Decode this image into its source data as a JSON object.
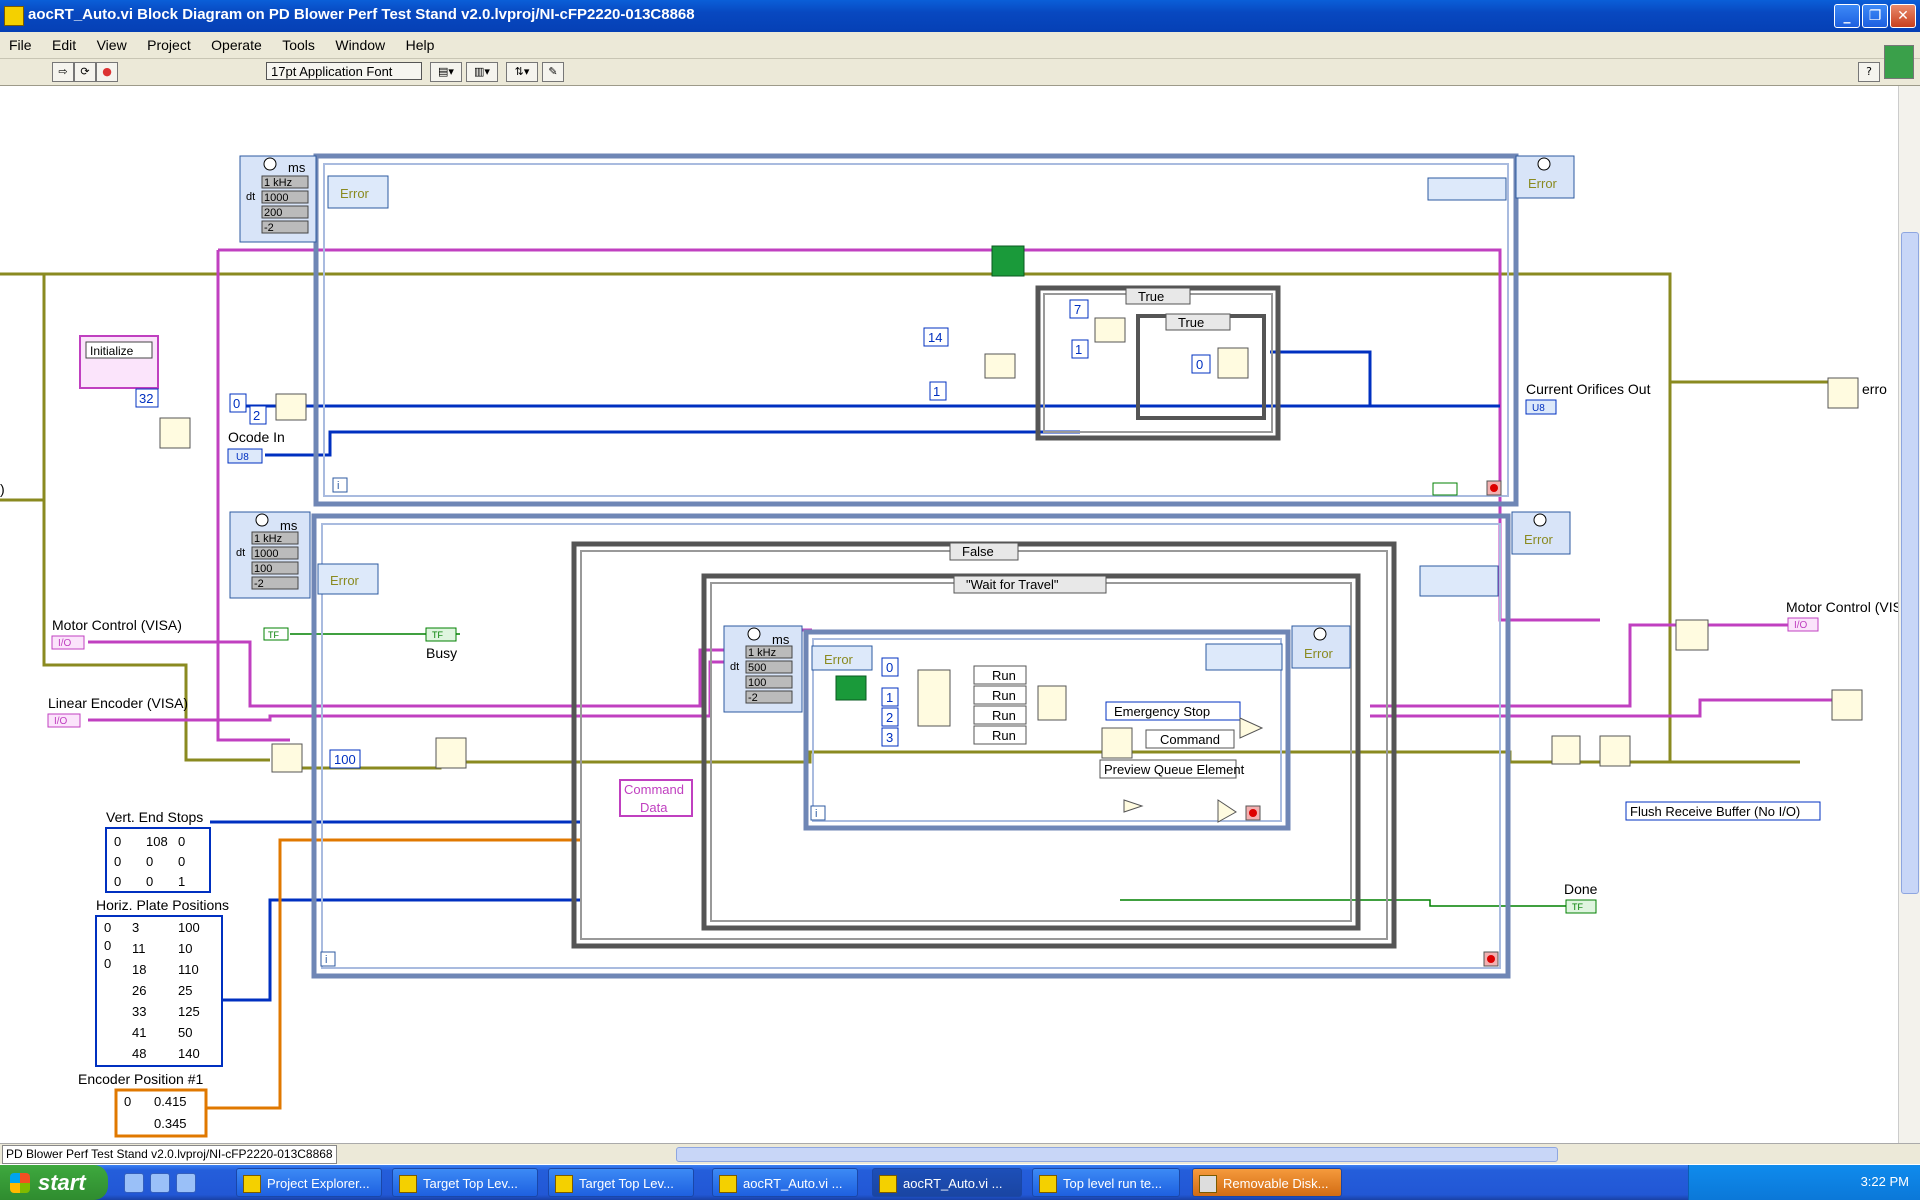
{
  "window": {
    "title": "aocRT_Auto.vi Block Diagram on PD Blower Perf Test Stand v2.0.lvproj/NI-cFP2220-013C8868",
    "minimize": "_",
    "restore": "❐",
    "close": "✕"
  },
  "menu": [
    "File",
    "Edit",
    "View",
    "Project",
    "Operate",
    "Tools",
    "Window",
    "Help"
  ],
  "toolbar": {
    "font_select": "17pt Application Font"
  },
  "diagram": {
    "timed_loop_top": {
      "unit": "ms",
      "source": "1 kHz",
      "dt": "1000",
      "offset": "200",
      "priority": "-2",
      "error_label": "Error"
    },
    "timed_loop_bottom": {
      "unit": "ms",
      "source": "1 kHz",
      "dt": "1000",
      "offset": "100",
      "priority": "-2",
      "error_label": "Error"
    },
    "timed_loop_inner": {
      "unit": "ms",
      "source": "1 kHz",
      "dt": "500",
      "offset": "100",
      "priority": "-2",
      "error_label": "Error"
    },
    "initialize_enum": "Initialize",
    "const_32": "32",
    "const_0a": "0",
    "const_2": "2",
    "ocode_label": "Ocode In",
    "ocode_type": "U8",
    "const_14": "14",
    "const_1": "1",
    "const_7": "7",
    "const_1b": "1",
    "const_0b": "0",
    "case_true_outer": "True",
    "case_true_inner": "True",
    "current_orifices_label": "Current Orifices Out",
    "current_orifices_type": "U8",
    "error_out_label": "erro",
    "case_false": "False",
    "case_wait": "\"Wait for Travel\"",
    "busy_label": "Busy",
    "motor_control_label": "Motor Control (VISA)",
    "motor_control_out_label": "Motor Control (VISA",
    "linear_encoder_label": "Linear Encoder (VISA)",
    "io_tag": "I/O",
    "tf_tag": "TF",
    "const_100": "100",
    "cluster_command": "Command",
    "cluster_data": "Data",
    "idx_0": "0",
    "idx_1": "1",
    "idx_2": "2",
    "idx_3": "3",
    "run_labels": [
      "Run",
      "Run",
      "Run",
      "Run"
    ],
    "emergency_stop": "Emergency Stop",
    "command_unbundle": "Command",
    "preview_queue": "Preview Queue Element",
    "flush_buffer": "Flush Receive Buffer (No I/O)",
    "done_label": "Done",
    "vert_end_stops": {
      "label": "Vert. End Stops",
      "index": [
        "0",
        "0",
        "0"
      ],
      "rows": [
        [
          "108",
          "0"
        ],
        [
          "0",
          "0"
        ],
        [
          "0",
          "1"
        ]
      ]
    },
    "horiz_plate": {
      "label": "Horiz. Plate Positions",
      "index": [
        "0",
        "0",
        "0"
      ],
      "rows": [
        [
          "3",
          "100"
        ],
        [
          "11",
          "10"
        ],
        [
          "18",
          "110"
        ],
        [
          "26",
          "25"
        ],
        [
          "33",
          "125"
        ],
        [
          "41",
          "50"
        ],
        [
          "48",
          "140"
        ]
      ]
    },
    "encoder_pos": {
      "label": "Encoder Position #1",
      "index": "0",
      "values": [
        "0.415",
        "0.345"
      ]
    },
    "loop_iter": "i",
    "paren": ")"
  },
  "statusbar": {
    "path": "PD Blower Perf Test Stand v2.0.lvproj/NI-cFP2220-013C8868"
  },
  "taskbar": {
    "start": "start",
    "tasks": [
      "Project Explorer...",
      "Target Top Lev...",
      "Target Top Lev...",
      "aocRT_Auto.vi ...",
      "aocRT_Auto.vi ...",
      "Top level run te...",
      "Removable Disk..."
    ],
    "clock": "3:22 PM"
  },
  "colors": {
    "wire_error": "#8a8a20",
    "wire_visa": "#c040c0",
    "wire_int": "#0030c0",
    "wire_bool": "#008000",
    "wire_dbl": "#e07800",
    "frame": "#909090"
  }
}
